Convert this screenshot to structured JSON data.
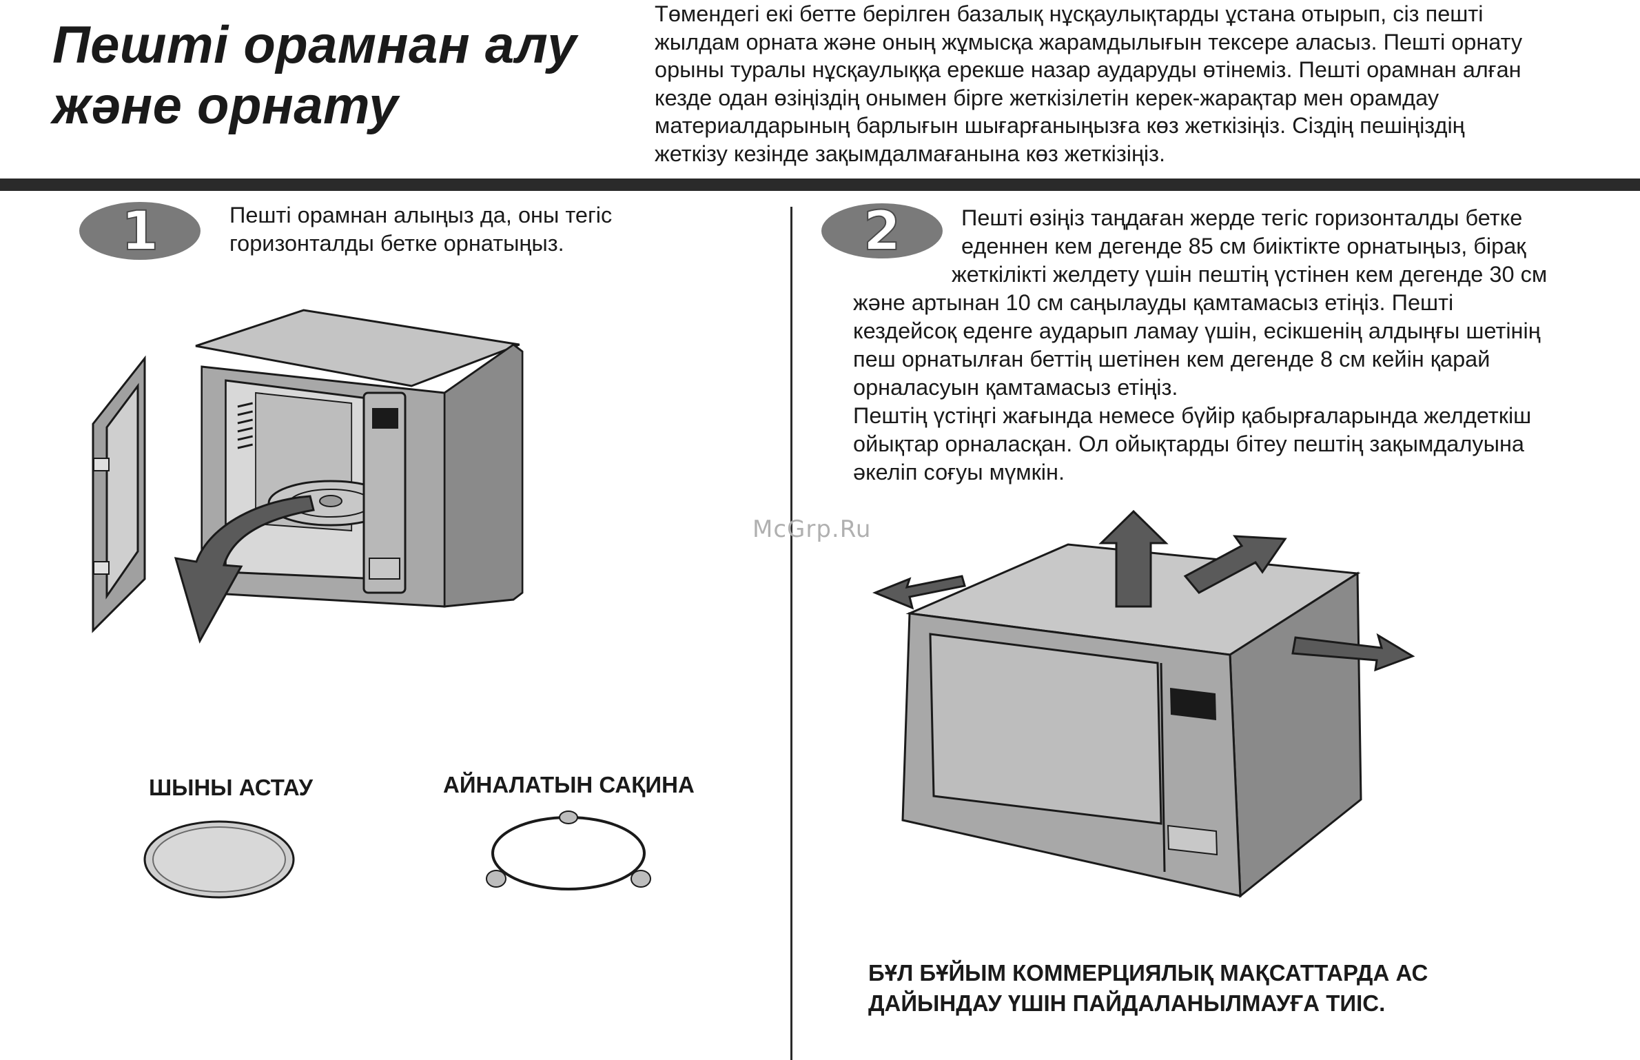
{
  "header": {
    "title_lines": [
      "Пешті орамнан алу",
      "жəне орнату"
    ],
    "intro_lines": [
      "Төмендегі екі бетте берілген базалық нұсқаулықтарды ұстана отырып, сіз пешті",
      "жылдам орната жəне оның жұмысқа жарамдылығын тексере аласыз. Пешті орнату",
      "орыны туралы нұсқаулыққа ерекше назар аударуды өтінеміз. Пешті орамнан алған",
      "кезде одан өзіңіздің онымен бірге жеткізілетін керек-жарақтар мен орамдау",
      "материалдарының барлығын шығарғаныңызға көз жеткізіңіз. Сіздің пешіңіздің",
      "жеткізу кезінде зақымдалмағанына көз жеткізіңіз."
    ]
  },
  "step1": {
    "number": "1",
    "text_lines": [
      "Пешті орамнан алыңыз да, оны тегіс",
      "горизонталды бетке орнатыңыз."
    ],
    "glass_tray_label": "ШЫНЫ АСТАУ",
    "ring_label": "АЙНАЛАТЫН САҚИНА"
  },
  "step2": {
    "number": "2",
    "text_lines": [
      "Пешті өзіңіз таңдаған жерде тегіс горизонталды бетке",
      "еденнен кем дегенде 85 см биіктікте орнатыңыз, бірақ",
      "жеткілікті желдету үшін пештің үстінен кем дегенде 30 см",
      "жəне артынан 10 см саңылауды қамтамасыз етіңіз. Пешті",
      "кездейсоқ еденге аударып ламау үшін, есікшенің алдыңғы шетінің",
      "пеш орнатылған беттің шетінен кем дегенде 8 см кейін қарай",
      "орналасуын қамтамасыз етіңіз.",
      "Пештің үстіңгі жағында немесе бүйір қабырғаларында желдеткіш",
      "ойықтар орналасқан. Ол ойықтарды бітеу пештің зақымдалуына",
      "əкеліп соғуы мүмкін."
    ],
    "warning_lines": [
      "БҰЛ БҰЙЫМ КОММЕРЦИЯЛЫҚ МАҚСАТТАРДА АС",
      "ДАЙЫНДАУ ҮШІН ПАЙДАЛАНЫЛМАУҒА ТИІС."
    ]
  },
  "watermark": "McGrp.Ru",
  "colors": {
    "ink": "#1a1a1a",
    "oven_body": "#a8a8a8",
    "oven_dark": "#7a7a7a",
    "oven_light": "#cfcfcf",
    "arrow": "#5a5a5a",
    "badge": "#7a7a7a"
  }
}
